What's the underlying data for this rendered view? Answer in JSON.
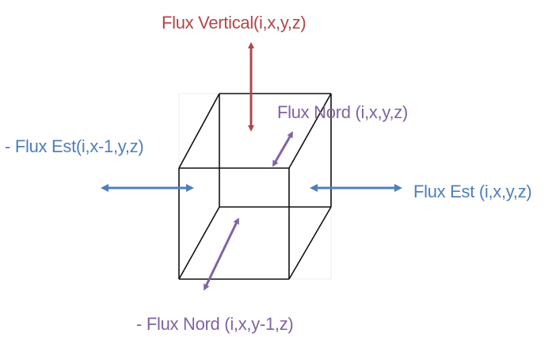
{
  "labels": {
    "vertical": "Flux Vertical(i,x,y,z)",
    "nord": "Flux Nord (i,x,y,z)",
    "est_neg": "- Flux Est(i,x-1,y,z)",
    "est": "Flux Est (i,x,y,z)",
    "nord_neg": "- Flux Nord (i,x,y-1,z)"
  },
  "colors": {
    "vertical": "#b0474a",
    "est": "#4f7fbb",
    "nord": "#8064a2",
    "cube": "#111111"
  }
}
